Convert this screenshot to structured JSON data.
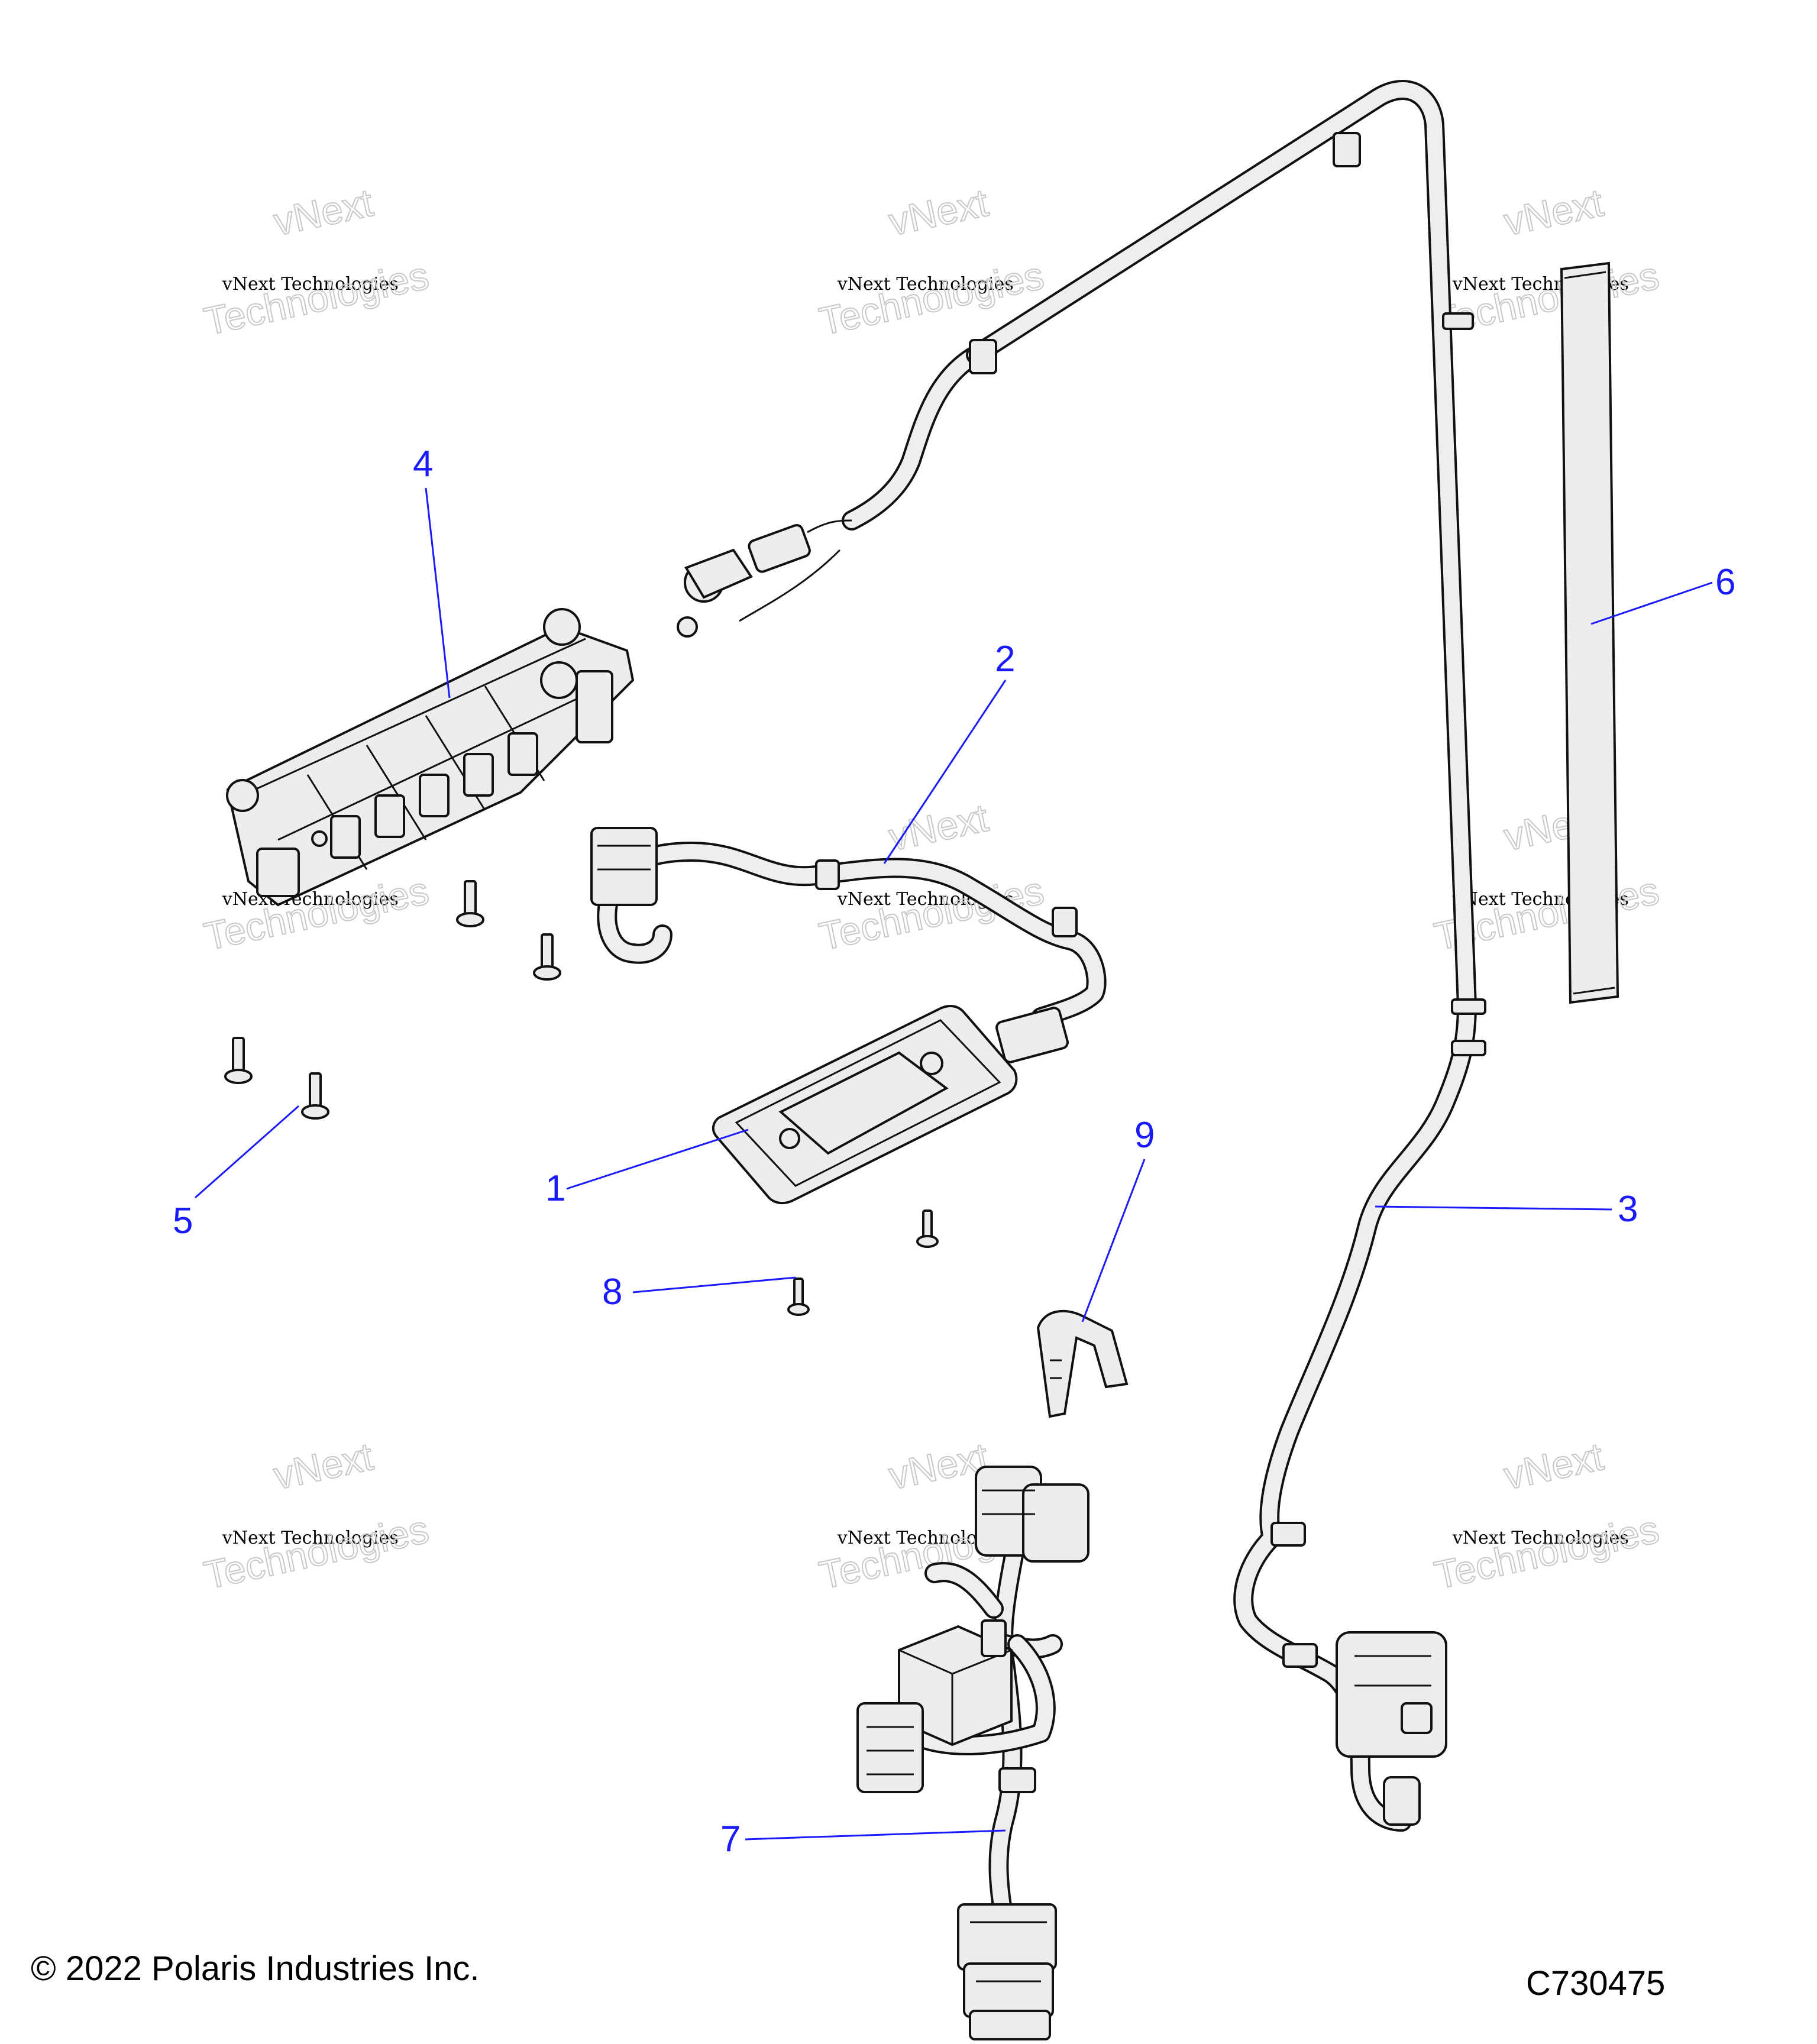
{
  "watermark": {
    "line1": "vNext",
    "line2": "vNext Technologies",
    "line3": "Technologies"
  },
  "callouts": [
    {
      "id": "callout-1",
      "label": "1"
    },
    {
      "id": "callout-2",
      "label": "2"
    },
    {
      "id": "callout-3",
      "label": "3"
    },
    {
      "id": "callout-4",
      "label": "4"
    },
    {
      "id": "callout-5",
      "label": "5"
    },
    {
      "id": "callout-6",
      "label": "6"
    },
    {
      "id": "callout-7",
      "label": "7"
    },
    {
      "id": "callout-8",
      "label": "8"
    },
    {
      "id": "callout-9",
      "label": "9"
    }
  ],
  "footer": {
    "copyright": "© 2022 Polaris Industries Inc.",
    "figure_id": "C730475"
  },
  "colors": {
    "callout": "#1a1aff",
    "line_art": "#111111",
    "part_fill": "#ededed"
  }
}
